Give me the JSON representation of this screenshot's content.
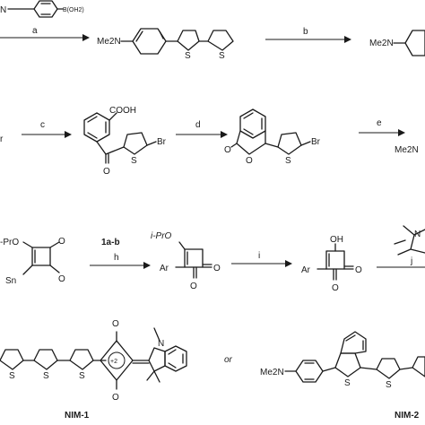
{
  "scheme": {
    "row1": {
      "reagent_start": "N",
      "boronic_acid": "B(OH2)",
      "step_a": "a",
      "amine_a": "Me2N",
      "step_b": "b",
      "amine_b": "Me2N"
    },
    "row2": {
      "fragment_left": "r",
      "step_c": "c",
      "acid_label": "COOH",
      "bromo_c": "Br",
      "oxo_c": "O",
      "step_d": "d",
      "oxo_lactone": "O",
      "ring_o": "O",
      "bromo_d": "Br",
      "step_e": "e",
      "amine_e": "Me2N"
    },
    "row3": {
      "ipro_start": "-PrO",
      "tin_label": "Sn",
      "oxo_1": "O",
      "oxo_2": "O",
      "compound_1ab": "1a-b",
      "step_h": "h",
      "ipro_mid": "i-PrO",
      "ar_mid": "Ar",
      "oxo_3": "O",
      "oxo_4": "O",
      "step_i": "i",
      "hydroxy": "OH",
      "ar_right": "Ar",
      "oxo_5": "O",
      "oxo_6": "O",
      "indolium_n": "N",
      "step_j": "j"
    },
    "row4": {
      "o_top": "O",
      "o_bottom": "O",
      "charge": "+2",
      "n_indole": "N",
      "sulfur_1": "S",
      "sulfur_2": "S",
      "or_label": "or",
      "amine_nim2": "Me2N",
      "sulfur_3": "S",
      "sulfur_4": "S",
      "nim1_label": "NIM-1",
      "nim2_label": "NIM-2"
    },
    "sulfur_symbol": "S"
  }
}
